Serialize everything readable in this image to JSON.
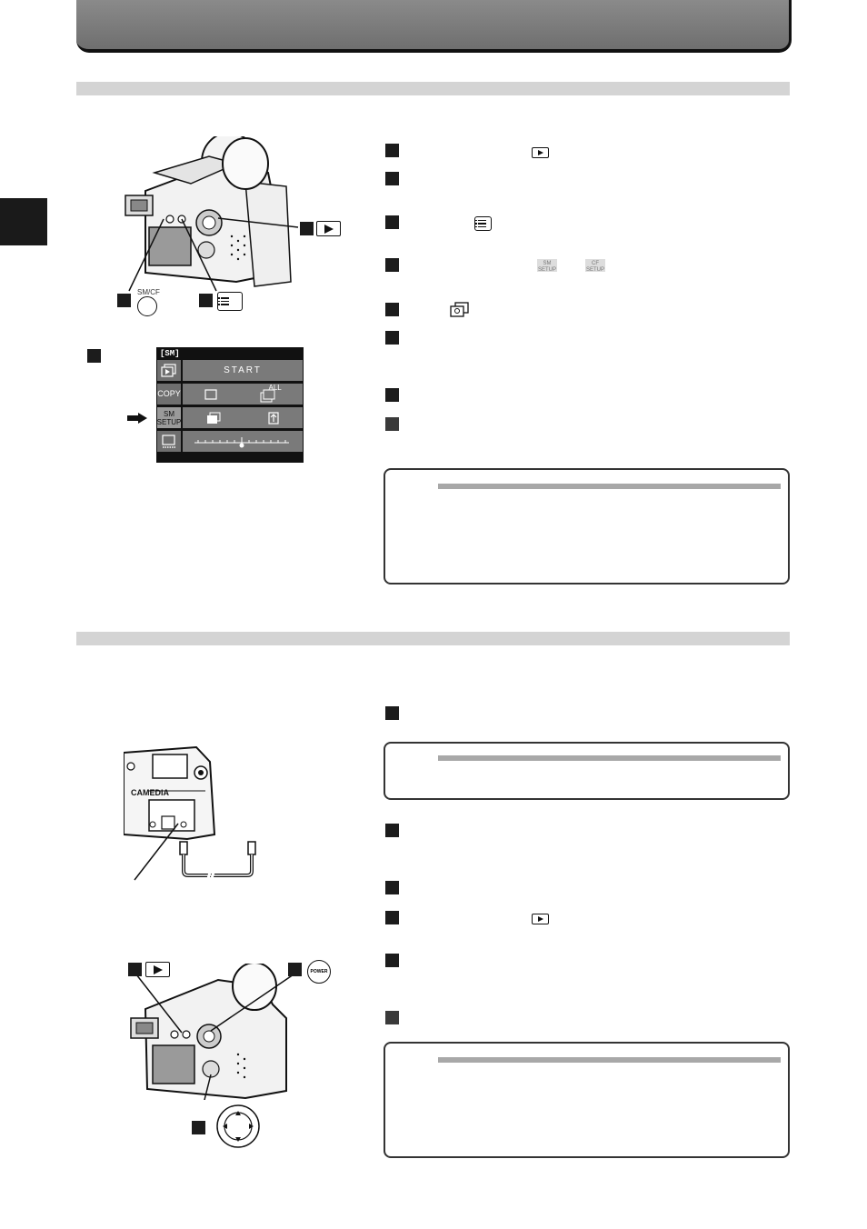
{
  "labels": {
    "sm_cf": "SM/CF",
    "sm_screen_title": "[SM]",
    "start": "START",
    "copy": "COPY",
    "sm_setup_line1": "SM",
    "sm_setup_line2": "SETUP",
    "all": "ALL",
    "power": "POWER",
    "camedia": "CAMEDIA",
    "sm_setup_icon": "SM SETUP",
    "cf_setup_icon": "CF SETUP"
  },
  "icons": [
    "play-button-icon",
    "menu-button-icon",
    "copy-frame-icon",
    "copy-all-icon",
    "card-setup-icon",
    "format-icon",
    "brightness-slider-icon",
    "arrow-right-icon",
    "camera-illustration",
    "power-button-icon",
    "arrow-pad-icon",
    "av-cable-illustration"
  ]
}
